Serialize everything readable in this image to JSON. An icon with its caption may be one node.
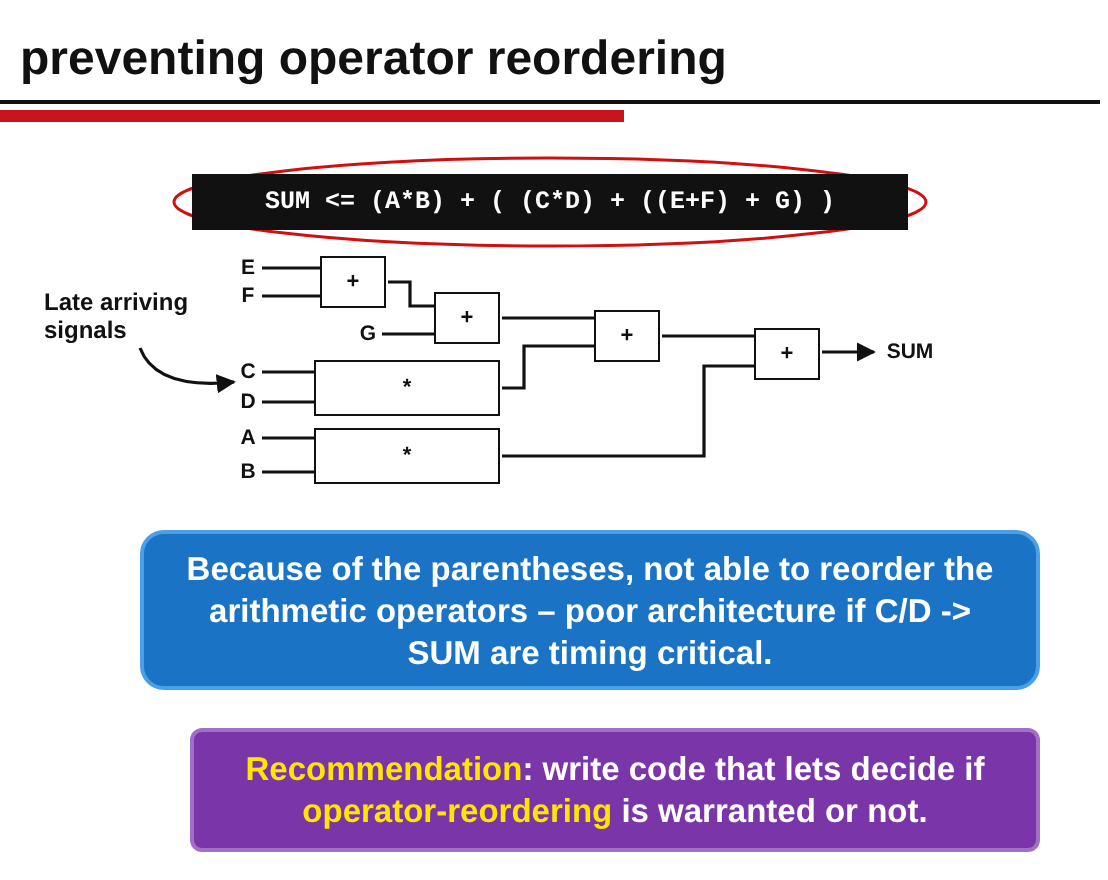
{
  "diagram": {
    "title": "preventing operator reordering",
    "nodes": [
      {
        "text": [
          "E"
        ]
      },
      {
        "text": [
          "F"
        ]
      },
      {
        "text": [
          "+"
        ]
      },
      {
        "text": [
          "G"
        ]
      },
      {
        "text": [
          "+"
        ]
      },
      {
        "text": [
          "C"
        ]
      },
      {
        "text": [
          "D"
        ]
      },
      {
        "text": [
          "*"
        ]
      },
      {
        "text": [
          "A"
        ]
      },
      {
        "text": [
          "B"
        ]
      },
      {
        "text": [
          "*"
        ]
      },
      {
        "text": [
          "+"
        ]
      },
      {
        "text": [
          "+"
        ]
      },
      {
        "text": [
          "SUM"
        ]
      },
      {
        "text": [
          "Late arriving signals"
        ]
      }
    ],
    "edges": [
      {
        "from": 0,
        "to": 2,
        "arrow": "none"
      },
      {
        "from": 1,
        "to": 2,
        "arrow": "none"
      },
      {
        "from": 2,
        "to": 4,
        "arrow": "none"
      },
      {
        "from": 3,
        "to": 4,
        "arrow": "none"
      },
      {
        "from": 5,
        "to": 7,
        "arrow": "none"
      },
      {
        "from": 6,
        "to": 7,
        "arrow": "none"
      },
      {
        "from": 8,
        "to": 10,
        "arrow": "none"
      },
      {
        "from": 9,
        "to": 10,
        "arrow": "none"
      },
      {
        "from": 4,
        "to": 11,
        "arrow": "none"
      },
      {
        "from": 7,
        "to": 11,
        "arrow": "none"
      },
      {
        "from": 11,
        "to": 12,
        "arrow": "none"
      },
      {
        "from": 10,
        "to": 12,
        "arrow": "none"
      },
      {
        "from": 12,
        "to": 13,
        "arrow": "to"
      },
      {
        "from": 14,
        "to": 5,
        "arrow": "to"
      }
    ],
    "labels": [
      "SUM <= (A*B) + ( (C*D) + ((E+F) + G) )",
      "Because of the parentheses, not able to reorder the arithmetic operators – poor architecture if C/D -> SUM are timing critical.",
      "**Recommendation**: write code that lets decide if **operator-reordering** is warranted or not."
    ]
  }
}
